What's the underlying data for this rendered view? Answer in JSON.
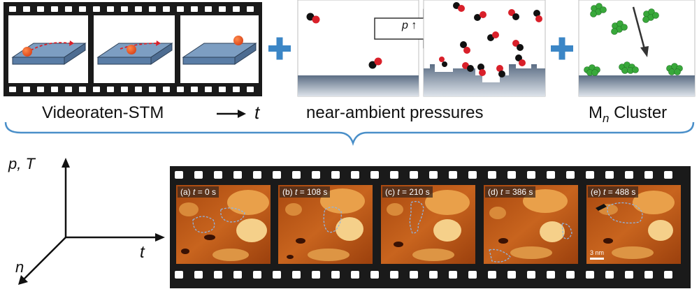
{
  "top": {
    "videorate_label": "Videoraten-STM",
    "time_symbol": "t",
    "pressure_label": "near-ambient pressures",
    "pressure_arrow_label": "p ↑",
    "cluster_label_main": "M",
    "cluster_label_sub": "n",
    "cluster_label_rest": " Cluster"
  },
  "axes": {
    "p_t": "p, T",
    "t": "t",
    "n": "n"
  },
  "frames": [
    {
      "letter": "(a)",
      "time": "t",
      "value": " = 0 s"
    },
    {
      "letter": "(b)",
      "time": "t",
      "value": " = 108 s"
    },
    {
      "letter": "(c)",
      "time": "t",
      "value": " = 210 s"
    },
    {
      "letter": "(d)",
      "time": "t",
      "value": " = 386 s"
    },
    {
      "letter": "(e)",
      "time": "t",
      "value": " = 488 s"
    }
  ],
  "scale_bar": "3 nm",
  "colors": {
    "film": "#1a1a1a",
    "plus": "#3b86c6",
    "brace": "#4a8fc9",
    "slab": "#6f93b8",
    "particle": "#e8511f",
    "molecule_red": "#d9202a",
    "cluster_green": "#38a83a",
    "stm_dark": "#6b2a08",
    "stm_light": "#f0c070"
  }
}
